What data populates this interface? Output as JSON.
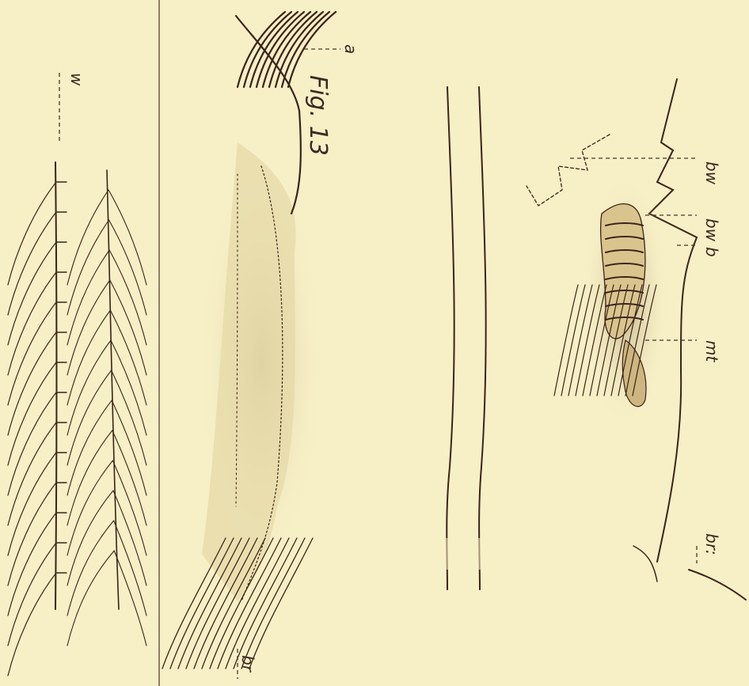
{
  "figure": {
    "label": "Fig. 13",
    "annotations": {
      "w": "w",
      "a": "a",
      "bw_upper": "bw",
      "bw_lower": "bw",
      "b": "b",
      "mt": "mt",
      "br_bottom": "br",
      "br_right": "br:"
    }
  },
  "colors": {
    "paper": "#f7efc6",
    "ink": "#3a2418",
    "shadow": "#8a7a58"
  }
}
